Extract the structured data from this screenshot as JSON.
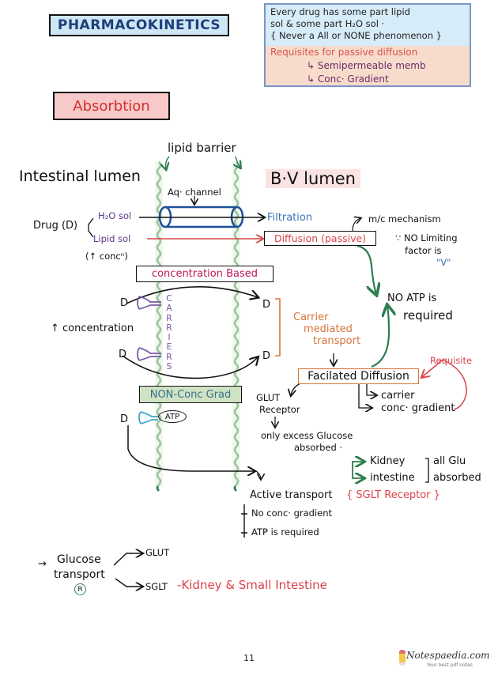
{
  "header": {
    "title": "PHARMACOKINETICS",
    "note": {
      "line1": "Every drug has some part lipid",
      "line2": "sol & some part H₂O sol ·",
      "line3": "{ Never a All or NONE phenomenon }",
      "requisite_title": "Requisites for passive diffusion",
      "req1": "↳ Semipermeable memb",
      "req2": "↳ Conc· Gradient"
    },
    "section": "Absorbtion"
  },
  "diagram": {
    "lipid_barrier": "lipid barrier",
    "intestinal_lumen": "Intestinal lumen",
    "bv_lumen": "B·V lumen",
    "aq_channel": "Aq· channel",
    "drug": "Drug (D)",
    "h2o_sol": "H₂O sol",
    "lipid_sol": "Lipid sol",
    "up_conc": "(↑ concⁿ)",
    "filtration": "Filtration",
    "diffusion_passive": "Diffusion (passive)",
    "mc_mechanism": "m/c mechanism",
    "no_limiting_1": "∵ NO Limiting",
    "no_limiting_2": "factor is",
    "no_limiting_3": "\"V\"",
    "concentration_based": "concentration Based",
    "d_label": "D",
    "carriers": [
      "C",
      "A",
      "R",
      "R",
      "I",
      "E",
      "R",
      "S"
    ],
    "up_concentration": "↑ concentration",
    "carrier_mediated_1": "Carrier",
    "carrier_mediated_2": "mediated",
    "carrier_mediated_3": "transport",
    "no_atp_1": "NO ATP is",
    "no_atp_2": "required",
    "requisite": "Requisite",
    "facilitated_diffusion": "Facilated Diffusion",
    "fd_carrier": "carrier",
    "fd_conc_gradient": "conc· gradient",
    "non_conc_grad": "NON-Conc Grad",
    "atp": "ATP",
    "glut_receptor_1": "GLUT",
    "glut_receptor_2": "Receptor",
    "only_excess_1": "only excess Glucose",
    "only_excess_2": "absorbed ·",
    "kidney": "Kidney",
    "intestine": "intestine",
    "all_glu_1": "all Glu",
    "all_glu_2": "absorbed",
    "active_transport": "Active transport",
    "sglt_receptor": "{ SGLT Receptor }",
    "no_conc_gradient": "No conc· gradient",
    "atp_required": "ATP is required"
  },
  "glucose": {
    "arrow": "→",
    "label1": "Glucose",
    "label2": "transport",
    "r_mark": "R",
    "glut": "GLUT",
    "sglt": "SGLT",
    "sglt_note": "-Kidney & Small Intestine"
  },
  "footer": {
    "page_number": "11",
    "brand": "Notespaedia.com",
    "tagline": "Your best pdf notes"
  },
  "colors": {
    "membrane": "#2e7d4f",
    "accent_red": "#d9434a",
    "accent_blue": "#1d3f7a"
  }
}
